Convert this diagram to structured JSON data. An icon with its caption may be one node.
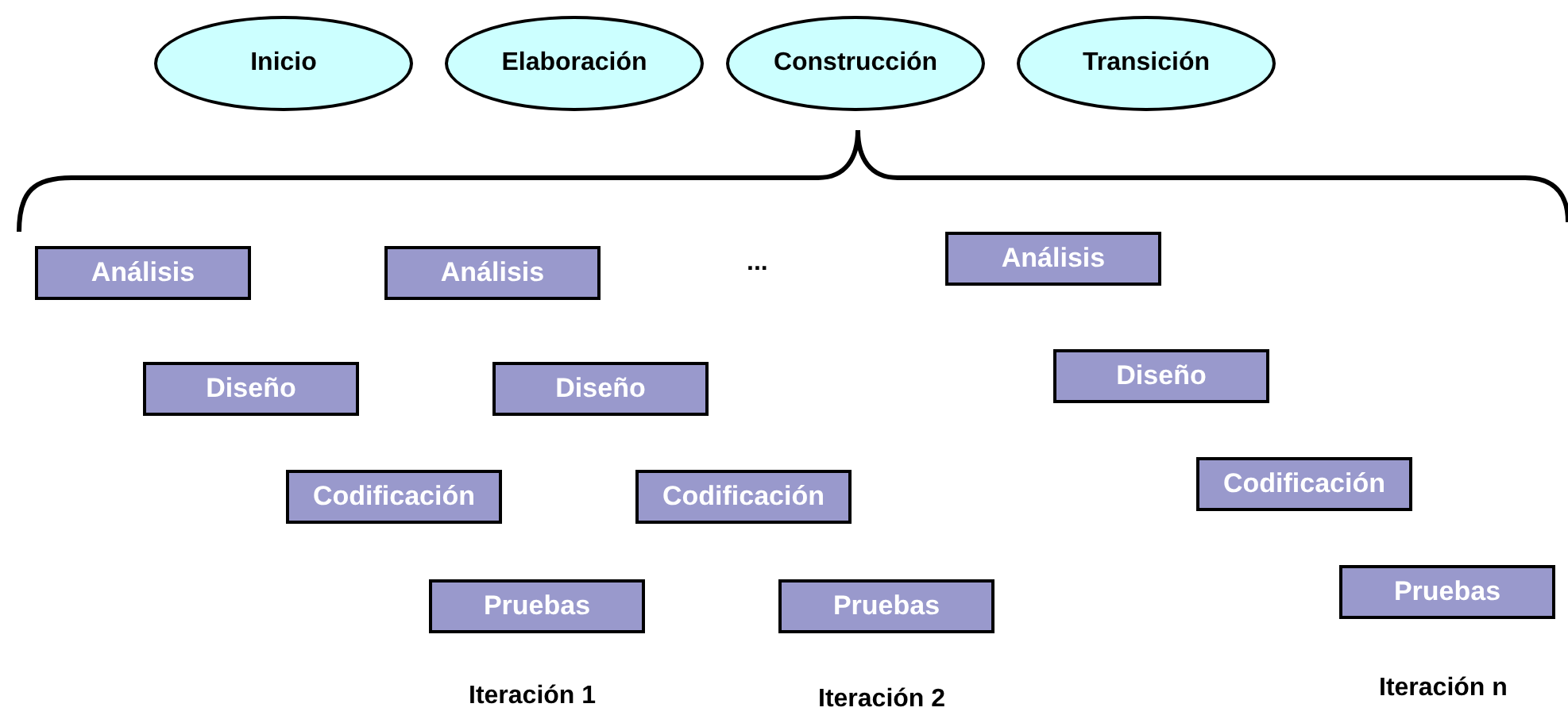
{
  "diagram": {
    "nodes": [
      {
        "text": [
          "Inicio"
        ]
      },
      {
        "text": [
          "Elaboración"
        ]
      },
      {
        "text": [
          "Construcción"
        ]
      },
      {
        "text": [
          "Transición"
        ]
      },
      {
        "text": [
          "Análisis"
        ]
      },
      {
        "text": [
          "Análisis"
        ]
      },
      {
        "text": [
          "Análisis"
        ]
      },
      {
        "text": [
          "Diseño"
        ]
      },
      {
        "text": [
          "Diseño"
        ]
      },
      {
        "text": [
          "Diseño"
        ]
      },
      {
        "text": [
          "Codificación"
        ]
      },
      {
        "text": [
          "Codificación"
        ]
      },
      {
        "text": [
          "Codificación"
        ]
      },
      {
        "text": [
          "Pruebas"
        ]
      },
      {
        "text": [
          "Pruebas"
        ]
      },
      {
        "text": [
          "Pruebas"
        ]
      }
    ],
    "labels": [
      "...",
      "Iteración 1",
      "Iteración 2",
      "Iteración n"
    ]
  }
}
